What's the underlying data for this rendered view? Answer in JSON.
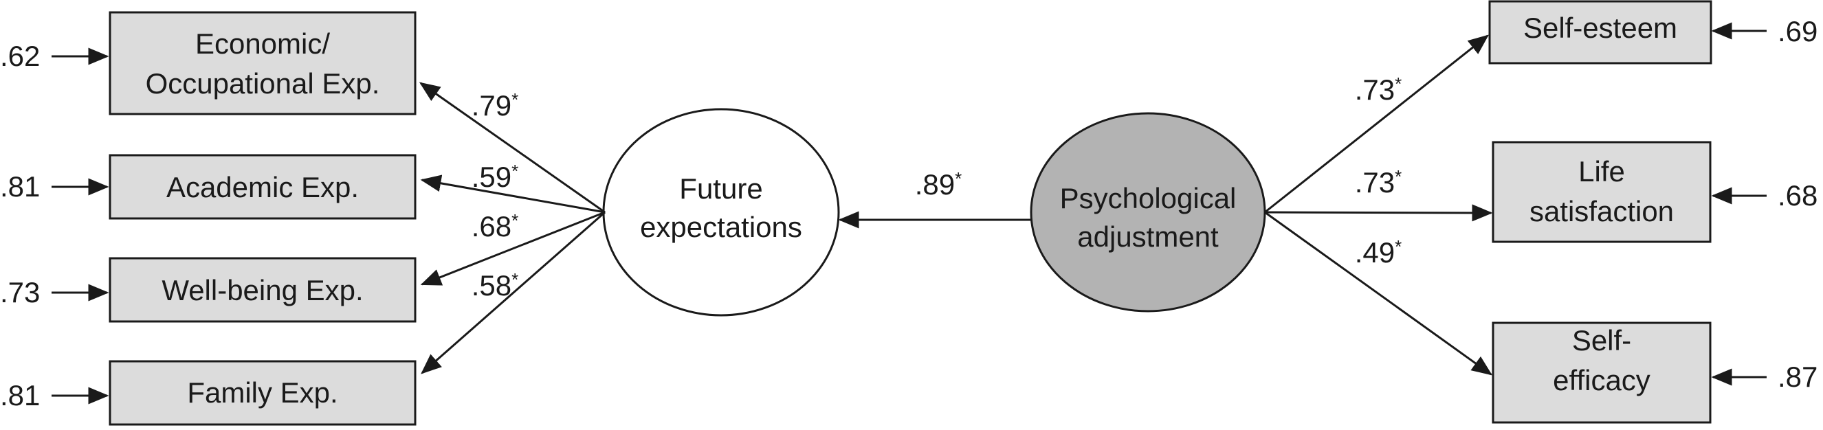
{
  "latents": {
    "future": {
      "lines": [
        "Future",
        "expectations"
      ]
    },
    "psych": {
      "lines": [
        "Psychological",
        "adjustment"
      ]
    }
  },
  "indicators": {
    "economic": {
      "lines": [
        "Economic/",
        "Occupational Exp."
      ],
      "error": ".62",
      "loading": ".79",
      "sig": "*"
    },
    "academic": {
      "lines": [
        "Academic Exp."
      ],
      "error": ".81",
      "loading": ".59",
      "sig": "*"
    },
    "wellbeing": {
      "lines": [
        "Well-being Exp."
      ],
      "error": ".73",
      "loading": ".68",
      "sig": "*"
    },
    "family": {
      "lines": [
        "Family Exp."
      ],
      "error": ".81",
      "loading": ".58",
      "sig": "*"
    },
    "selfesteem": {
      "lines": [
        "Self-esteem"
      ],
      "error": ".69",
      "loading": ".73",
      "sig": "*"
    },
    "lifesat": {
      "lines": [
        "Life",
        "satisfaction"
      ],
      "error": ".68",
      "loading": ".73",
      "sig": "*"
    },
    "selfefficacy": {
      "lines": [
        "Self-",
        "efficacy"
      ],
      "error": ".87",
      "loading": ".49",
      "sig": "*"
    }
  },
  "structural_path": {
    "coefficient": ".89",
    "sig": "*"
  },
  "colors": {
    "box_fill": "#dcdcdc",
    "psych_fill": "#b3b3b3",
    "stroke": "#1a1a1a"
  }
}
